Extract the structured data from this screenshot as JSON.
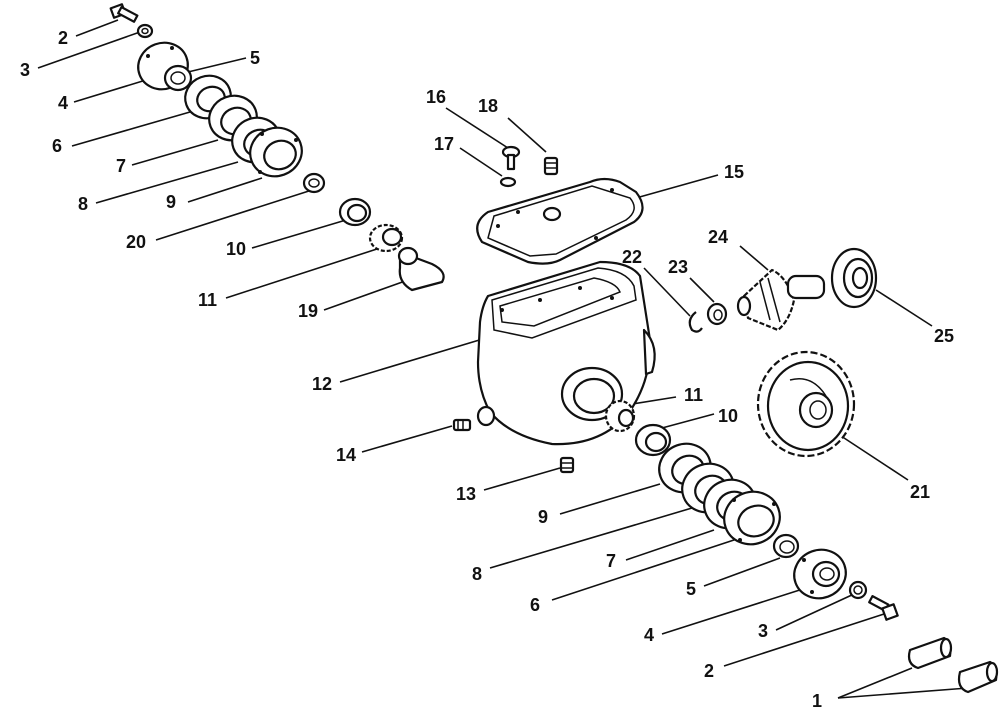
{
  "labels": {
    "l2a": "2",
    "l3a": "3",
    "l5a": "5",
    "l4a": "4",
    "l6a": "6",
    "l7a": "7",
    "l8a": "8",
    "l9a": "9",
    "l20": "20",
    "l10a": "10",
    "l11a": "11",
    "l19": "19",
    "l16": "16",
    "l18": "18",
    "l17": "17",
    "l15": "15",
    "l22": "22",
    "l23": "23",
    "l24": "24",
    "l25": "25",
    "l12": "12",
    "l11b": "11",
    "l10b": "10",
    "l14": "14",
    "l13": "13",
    "l21": "21",
    "l9b": "9",
    "l8b": "8",
    "l7b": "7",
    "l6b": "6",
    "l5b": "5",
    "l4b": "4",
    "l3b": "3",
    "l2b": "2",
    "l1": "1"
  },
  "colors": {
    "ink": "#111111",
    "paper": "#ffffff"
  }
}
